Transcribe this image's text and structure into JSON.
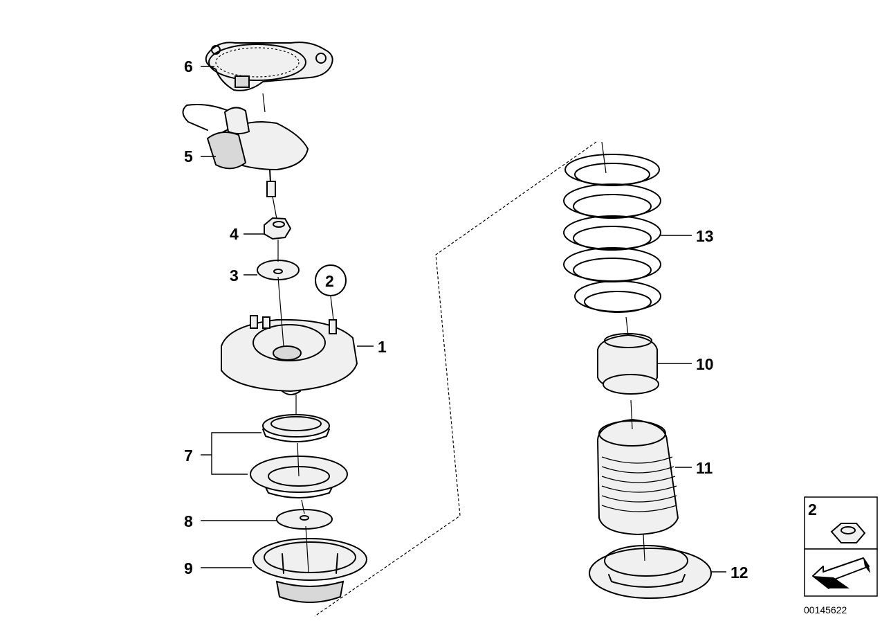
{
  "diagram": {
    "part_callouts": {
      "p1": "1",
      "p2": "2",
      "p3": "3",
      "p4": "4",
      "p5": "5",
      "p6": "6",
      "p7": "7",
      "p8": "8",
      "p9": "9",
      "p10": "10",
      "p11": "11",
      "p12": "12",
      "p13": "13"
    },
    "inset": {
      "label": "2"
    },
    "document_id": "00145622"
  }
}
